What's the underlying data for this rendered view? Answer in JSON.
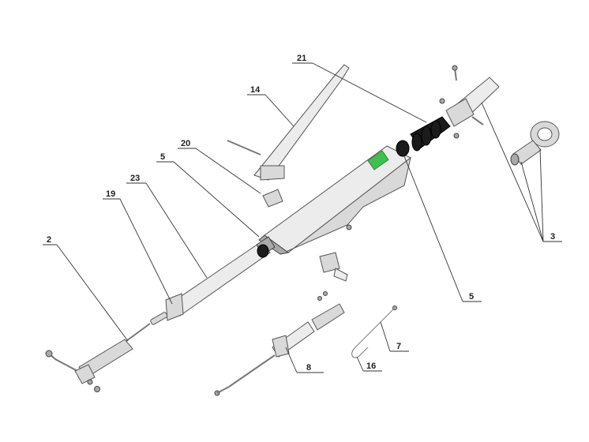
{
  "parts": [
    {
      "id": "21",
      "label": "21"
    },
    {
      "id": "14",
      "label": "14"
    },
    {
      "id": "20",
      "label": "20"
    },
    {
      "id": "5a",
      "label": "5"
    },
    {
      "id": "23",
      "label": "23"
    },
    {
      "id": "19",
      "label": "19"
    },
    {
      "id": "2",
      "label": "2"
    },
    {
      "id": "3",
      "label": "3"
    },
    {
      "id": "5b",
      "label": "5"
    },
    {
      "id": "7",
      "label": "7"
    },
    {
      "id": "16",
      "label": "16"
    },
    {
      "id": "8",
      "label": "8"
    }
  ],
  "colors": {
    "background": "#ffffff",
    "label_badge": "#3fbf4f",
    "rubber": "#1b1b1b"
  }
}
